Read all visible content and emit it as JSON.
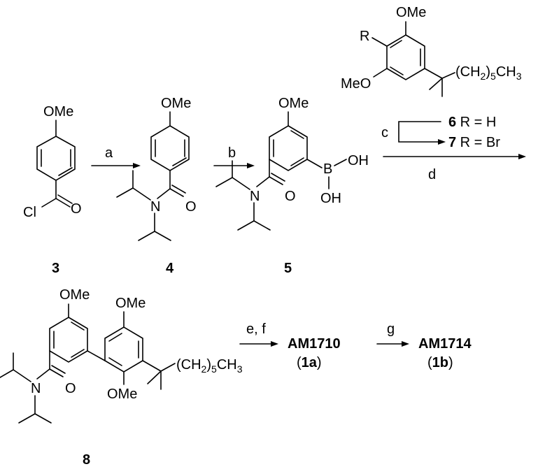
{
  "labels": {
    "ome": "OMe",
    "meo": "MeO",
    "cl": "Cl",
    "o": "O",
    "n": "N",
    "b": "B",
    "oh": "OH",
    "r": "R",
    "ch2": "(CH",
    "ch2_sub": "2",
    "ch2_close": ")",
    "ch2_n": "5",
    "ch3": "CH",
    "ch3_sub": "3"
  },
  "compounds": {
    "c3": "3",
    "c4": "4",
    "c5": "5",
    "c6": "6",
    "c6_text": " R = H",
    "c7": "7",
    "c7_text": " R = Br",
    "c8": "8",
    "am1710": "AM1710",
    "am1710_paren_open": "(",
    "am1710_num": "1",
    "am1710_letter": "a",
    "am1710_paren_close": ")",
    "am1714": "AM1714",
    "am1714_paren_open": "(",
    "am1714_num": "1",
    "am1714_letter": "b",
    "am1714_paren_close": ")"
  },
  "reagents": {
    "a": "a",
    "b": "b",
    "c": "c",
    "d": "d",
    "ef": "e, f",
    "g": "g"
  }
}
